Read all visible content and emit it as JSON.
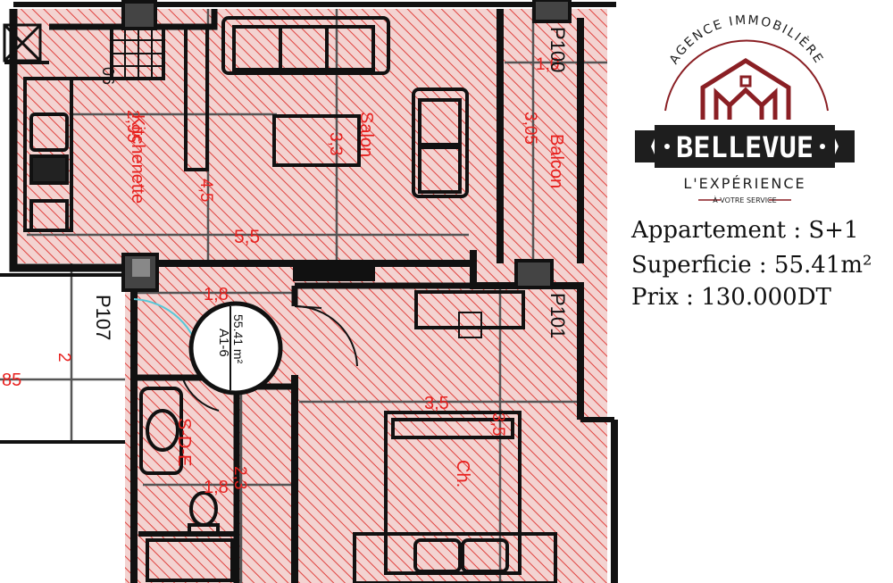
{
  "plan": {
    "colors": {
      "hatch": "#e0433f",
      "fill": "#f3d3d1",
      "wall": "#111111",
      "dim_line": "#555555",
      "label": "#e8201e"
    },
    "rooms": {
      "kitchenette": "Kitchenette",
      "salon": "Salon",
      "balcon": "Balcon",
      "sde": "S-D-E",
      "chambre": "Ch."
    },
    "dimensions": {
      "kitchen_depth": "2,95",
      "kitchen_width": "4,5",
      "salon_depth": "3,3",
      "salon_width": "5,5",
      "balcon_width": "1,0",
      "balcon_depth": "3,05",
      "hall_width": "1,8",
      "corridor_left": "2",
      "corridor_edge": "85",
      "sde_width": "1,8",
      "sde_depth": "2,3",
      "ch_width": "3,5",
      "ch_depth": "3,5"
    },
    "columns": {
      "p100": "P100",
      "p101": "P101",
      "p107": "P107",
      "c6": "06"
    },
    "unit_tag": {
      "code": "A1-6",
      "area": "55.41 m²"
    }
  },
  "logo": {
    "arc_text": "AGENCE IMMOBILIÈRE",
    "brand": "BELLEVUE",
    "tagline": "L'EXPÉRIENCE",
    "sub_tagline": "À VOTRE SERVICE",
    "colors": {
      "red": "#8a1f24",
      "dark": "#1e1e1e"
    }
  },
  "info": {
    "apartment": "Appartement : S+1",
    "surface": "Superficie : 55.41m²",
    "price": "Prix : 130.000DT"
  }
}
